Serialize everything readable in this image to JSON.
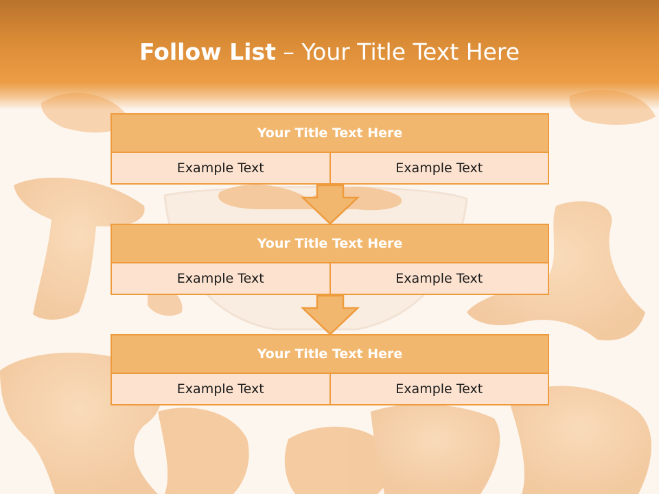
{
  "slide": {
    "title_bold": "Follow List",
    "title_separator": " – ",
    "title_rest": "Your Title Text Here"
  },
  "colors": {
    "header_orange": "#e8963c",
    "box_border": "#ee9b3e",
    "box_header_fill": "#f2b76e",
    "box_cell_fill": "#fce2cf"
  },
  "blocks": [
    {
      "title": "Your Title Text Here",
      "left": "Example Text",
      "right": "Example Text"
    },
    {
      "title": "Your Title Text Here",
      "left": "Example Text",
      "right": "Example Text"
    },
    {
      "title": "Your Title Text Here",
      "left": "Example Text",
      "right": "Example Text"
    }
  ],
  "icons": [
    "down-arrow-icon",
    "down-arrow-icon"
  ]
}
